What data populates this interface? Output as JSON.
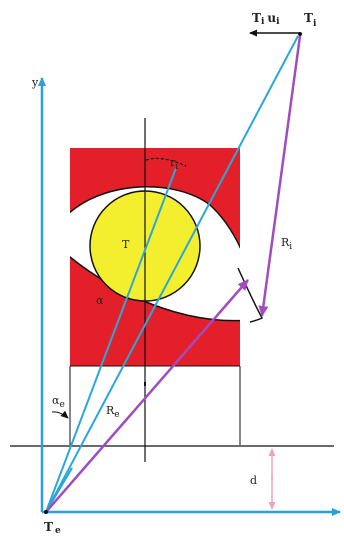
{
  "labels": {
    "y_axis": "y",
    "top_vector_T": "T",
    "top_vector_sub": "i",
    "top_vector_u": "u",
    "top_vector_u_sub": "i",
    "Ti": "T",
    "Ti_sub": "i",
    "ri": "r",
    "ri_sub": "i",
    "Ri": "R",
    "Ri_sub": "i",
    "T_center": "T",
    "alpha": "α",
    "alpha_e": "α",
    "alpha_e_sub": "e",
    "Re": "R",
    "Re_sub": "e",
    "d": "d",
    "Te": "T",
    "Te_sub": "e"
  },
  "colors": {
    "panel_red": "#e3202a",
    "sphere_yellow": "#f4ef2e",
    "ray_blue": "#2aa7d9",
    "vector_purple": "#a04cc0",
    "axis_blue": "#2a9fd9",
    "d_pink": "#f0a0c0",
    "line_black": "#111111"
  }
}
